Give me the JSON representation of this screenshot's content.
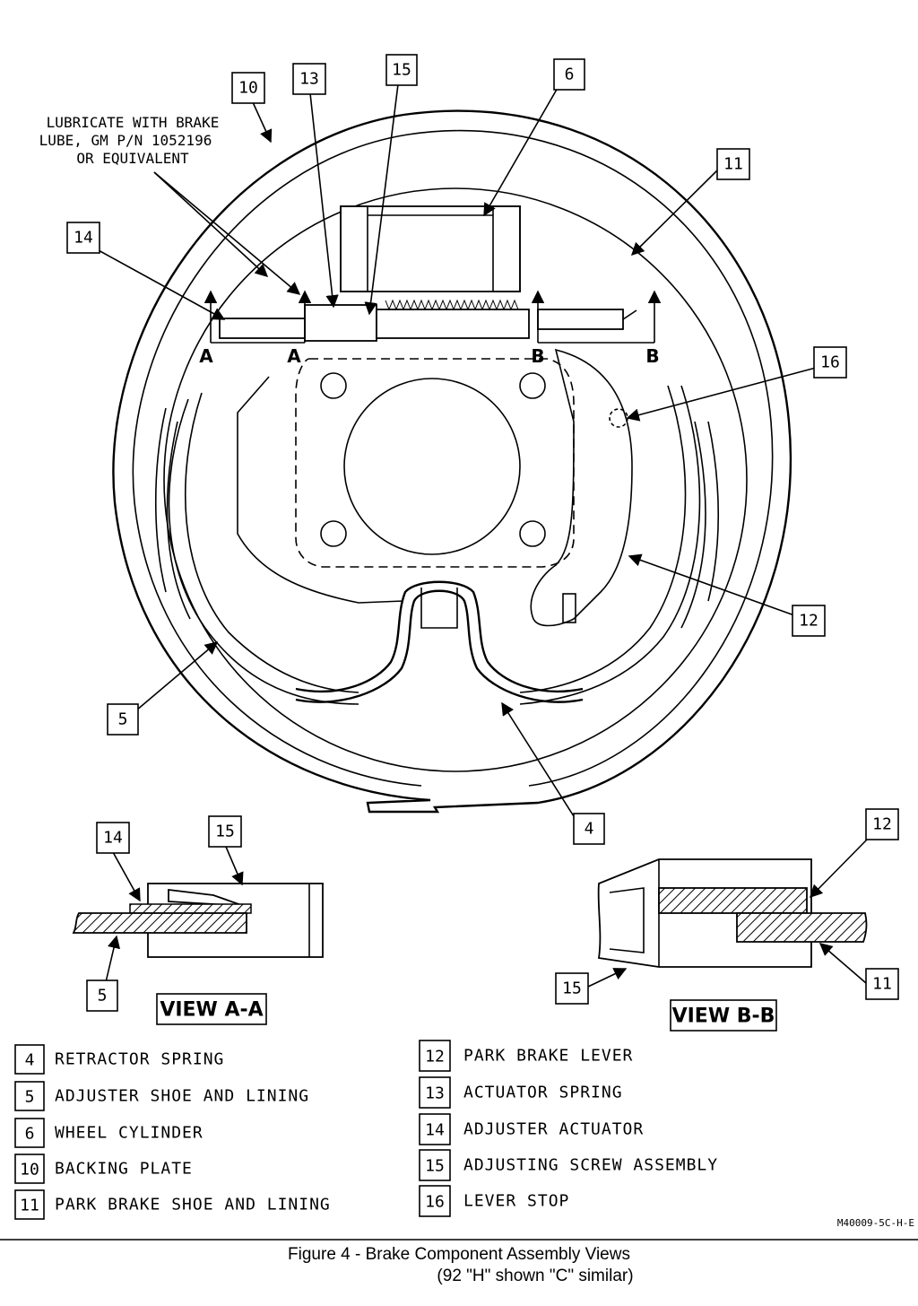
{
  "figure": {
    "caption_line1": "Figure 4 - Brake Component Assembly Views",
    "caption_line2": "(92 \"H\" shown \"C\" similar)",
    "drawing_code": "M40009-5C-H-E"
  },
  "note": {
    "line1": "LUBRICATE WITH BRAKE",
    "line2": "LUBE, GM P/N 1052196",
    "line3": "OR EQUIVALENT"
  },
  "section_marks": {
    "a": "A",
    "b": "B"
  },
  "callouts": {
    "main_10": "10",
    "main_13": "13",
    "main_15": "15",
    "main_6": "6",
    "main_11": "11",
    "main_14": "14",
    "main_16": "16",
    "main_12": "12",
    "main_5": "5",
    "main_4": "4"
  },
  "view_aa": {
    "title": "VIEW A-A",
    "callout_14": "14",
    "callout_15": "15",
    "callout_5": "5"
  },
  "view_bb": {
    "title": "VIEW B-B",
    "callout_12": "12",
    "callout_15": "15",
    "callout_11": "11"
  },
  "legend": {
    "left": [
      {
        "num": "4",
        "label": "RETRACTOR SPRING"
      },
      {
        "num": "5",
        "label": "ADJUSTER SHOE AND LINING"
      },
      {
        "num": "6",
        "label": "WHEEL CYLINDER"
      },
      {
        "num": "10",
        "label": "BACKING PLATE"
      },
      {
        "num": "11",
        "label": "PARK BRAKE SHOE AND LINING"
      }
    ],
    "right": [
      {
        "num": "12",
        "label": "PARK BRAKE LEVER"
      },
      {
        "num": "13",
        "label": "ACTUATOR SPRING"
      },
      {
        "num": "14",
        "label": "ADJUSTER ACTUATOR"
      },
      {
        "num": "15",
        "label": "ADJUSTING SCREW ASSEMBLY"
      },
      {
        "num": "16",
        "label": "LEVER STOP"
      }
    ]
  }
}
